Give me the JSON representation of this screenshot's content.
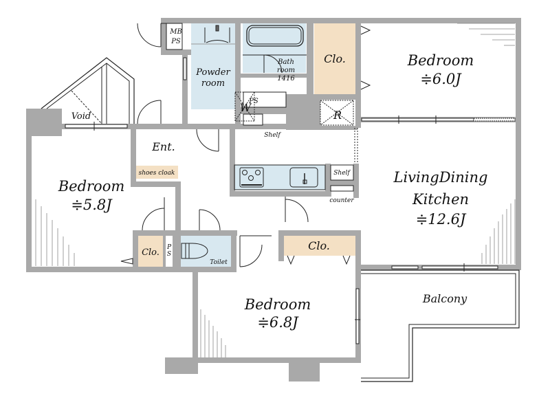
{
  "colors": {
    "wall": "#a9a9a9",
    "wet_area": "#d8e8f0",
    "closet": "#f4e0c4",
    "line": "#222222"
  },
  "rooms": {
    "bedroom_ne": {
      "name": "Bedroom",
      "size": "≑6.0J"
    },
    "bedroom_w": {
      "name": "Bedroom",
      "size": "≑5.8J"
    },
    "bedroom_s": {
      "name": "Bedroom",
      "size": "≑6.8J"
    },
    "ldk": {
      "name_line1": "LivingDining",
      "name_line2": "Kitchen",
      "size": "≑12.6J"
    },
    "balcony": {
      "name": "Balcony"
    },
    "powder_room": {
      "line1": "Powder",
      "line2": "room"
    },
    "bathroom": {
      "line1": "Bath",
      "line2": "room",
      "line3": "1416"
    },
    "entrance": {
      "name": "Ent."
    },
    "toilet": {
      "name": "Toilet"
    },
    "void": {
      "name": "Void"
    }
  },
  "fixtures": {
    "mb_ps": {
      "line1": "MB",
      "line2": "PS"
    },
    "ps": "PS",
    "ps_small": {
      "line1": "P",
      "line2": "S"
    },
    "washer": "W",
    "fridge": "R",
    "closet_ne": "Clo.",
    "closet_w": "Clo.",
    "closet_s": "Clo.",
    "shoes_cloak": "shoes cloak",
    "shelf_upper": "Shelf",
    "shelf_kitchen": "Shelf",
    "counter": "counter"
  }
}
